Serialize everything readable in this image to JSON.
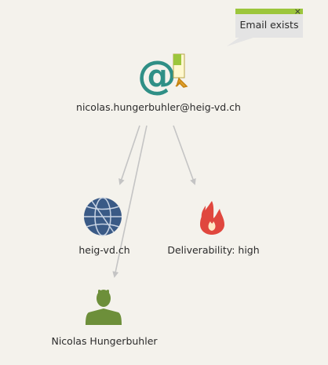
{
  "nodes": {
    "email": {
      "label": "nicolas.hungerbuhler@heig-vd.ch",
      "icon": "email-at-icon"
    },
    "domain": {
      "label": "heig-vd.ch",
      "icon": "globe-icon"
    },
    "deliverability": {
      "label": "Deliverability: high",
      "icon": "flame-icon"
    },
    "person": {
      "label": "Nicolas Hungerbuhler",
      "icon": "person-icon"
    }
  },
  "tooltip": {
    "text": "Email exists",
    "close": "×"
  },
  "colors": {
    "email_icon": "#2f8f86",
    "globe": "#3a5a86",
    "flame": "#e0473e",
    "person": "#6d8f3a",
    "tooltip_bar": "#9cc63c",
    "edge": "#c4c4c4"
  }
}
